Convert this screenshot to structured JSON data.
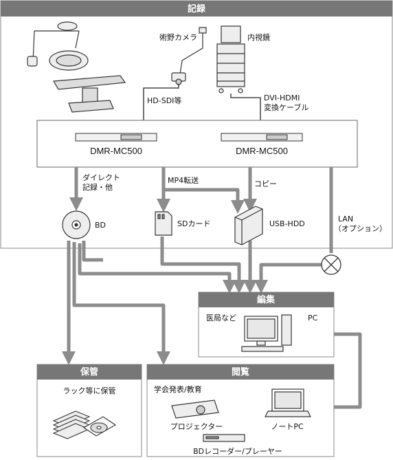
{
  "colors": {
    "header_bg": "#777777",
    "arrow": "#8c8c8c",
    "border": "#888888",
    "box_bg": "#ffffff"
  },
  "sections": {
    "record": "記録",
    "edit": "編集",
    "storage": "保管",
    "viewing": "閲覧"
  },
  "labels": {
    "surgical_camera": "術野カメラ",
    "endoscope": "内視鏡",
    "hd_sdi": "HD-SDI等",
    "dvi_hdmi_1": "DVI-HDMI",
    "dvi_hdmi_2": "変換ケーブル",
    "recorder_left": "DMR-MC500",
    "recorder_right": "DMR-MC500",
    "direct_1": "ダイレクト",
    "direct_2": "記録・他",
    "mp4": "MP4転送",
    "copy": "コピー",
    "lan_1": "LAN",
    "lan_2": "（オプション）",
    "bd": "BD",
    "sd": "SDカード",
    "usb": "USB-HDD",
    "medical_office": "医局など",
    "pc": "PC",
    "rack": "ラック等に保管",
    "conference": "学会発表/教育",
    "projector": "プロジェクター",
    "notebook_pc": "ノートPC",
    "bd_recorder": "BDレコーダー/プレーヤー"
  },
  "icons": [
    "surgical-light-icon",
    "operating-table-icon",
    "surgical-camera-icon",
    "endoscope-tower-icon",
    "recorder-icon",
    "bd-disc-icon",
    "sd-card-icon",
    "usb-hdd-icon",
    "lan-junction-icon",
    "desktop-pc-icon",
    "disc-stack-icon",
    "projector-icon",
    "laptop-icon",
    "bd-player-icon"
  ]
}
